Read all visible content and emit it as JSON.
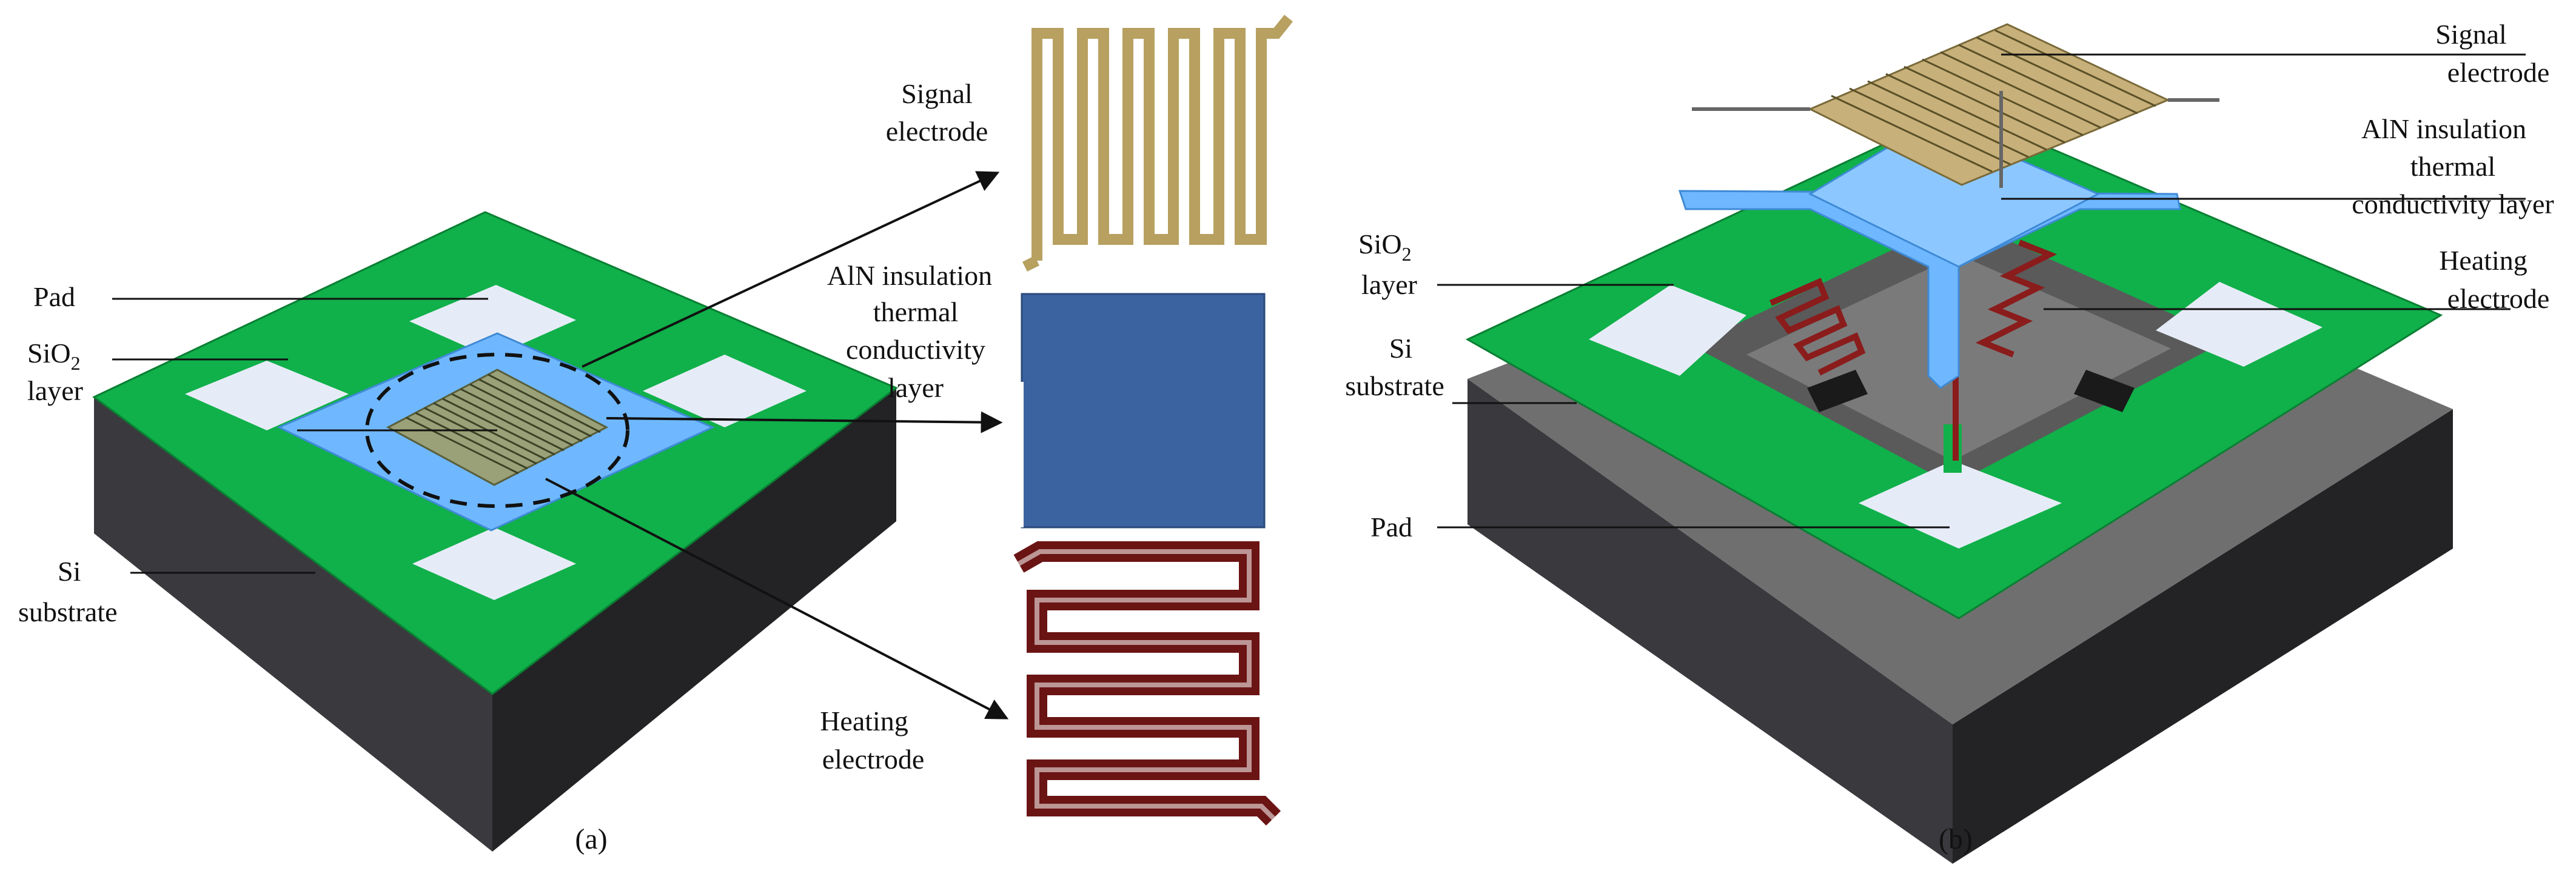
{
  "panel_a": {
    "caption": "(a)",
    "labels": {
      "pad": "Pad",
      "sio2_main": "SiO",
      "sio2_sub": "2",
      "sio2_layer": "layer",
      "si_line1": "Si",
      "si_line2": "substrate",
      "signal_line1": "Signal",
      "signal_line2": "electrode",
      "aln_line1": "AlN insulation",
      "aln_line2": "thermal",
      "aln_line3": "conductivity",
      "aln_line4": "layer",
      "heating_line1": "Heating",
      "heating_line2": "electrode"
    }
  },
  "panel_b": {
    "caption": "(b)",
    "labels": {
      "signal_line1": "Signal",
      "signal_line2": "electrode",
      "aln_line1": "AlN insulation",
      "aln_line2": "thermal",
      "aln_line3": "conductivity layer",
      "sio2_main": "SiO",
      "sio2_sub": "2",
      "sio2_layer": "layer",
      "heating_line1": "Heating",
      "heating_line2": "electrode",
      "si_line1": "Si",
      "si_line2": "substrate",
      "pad": "Pad"
    }
  },
  "colors": {
    "green": "#10b04a",
    "dark_green": "#0a7f33",
    "substrate_dark": "#2d2d30",
    "substrate_gray": "#6f6f6f",
    "pad": "#e6ecf7",
    "aln_light": "#6fb8ff",
    "aln_block": "#3b63a0",
    "signal_gold": "#b7a060",
    "heater_red": "#6b1414"
  }
}
